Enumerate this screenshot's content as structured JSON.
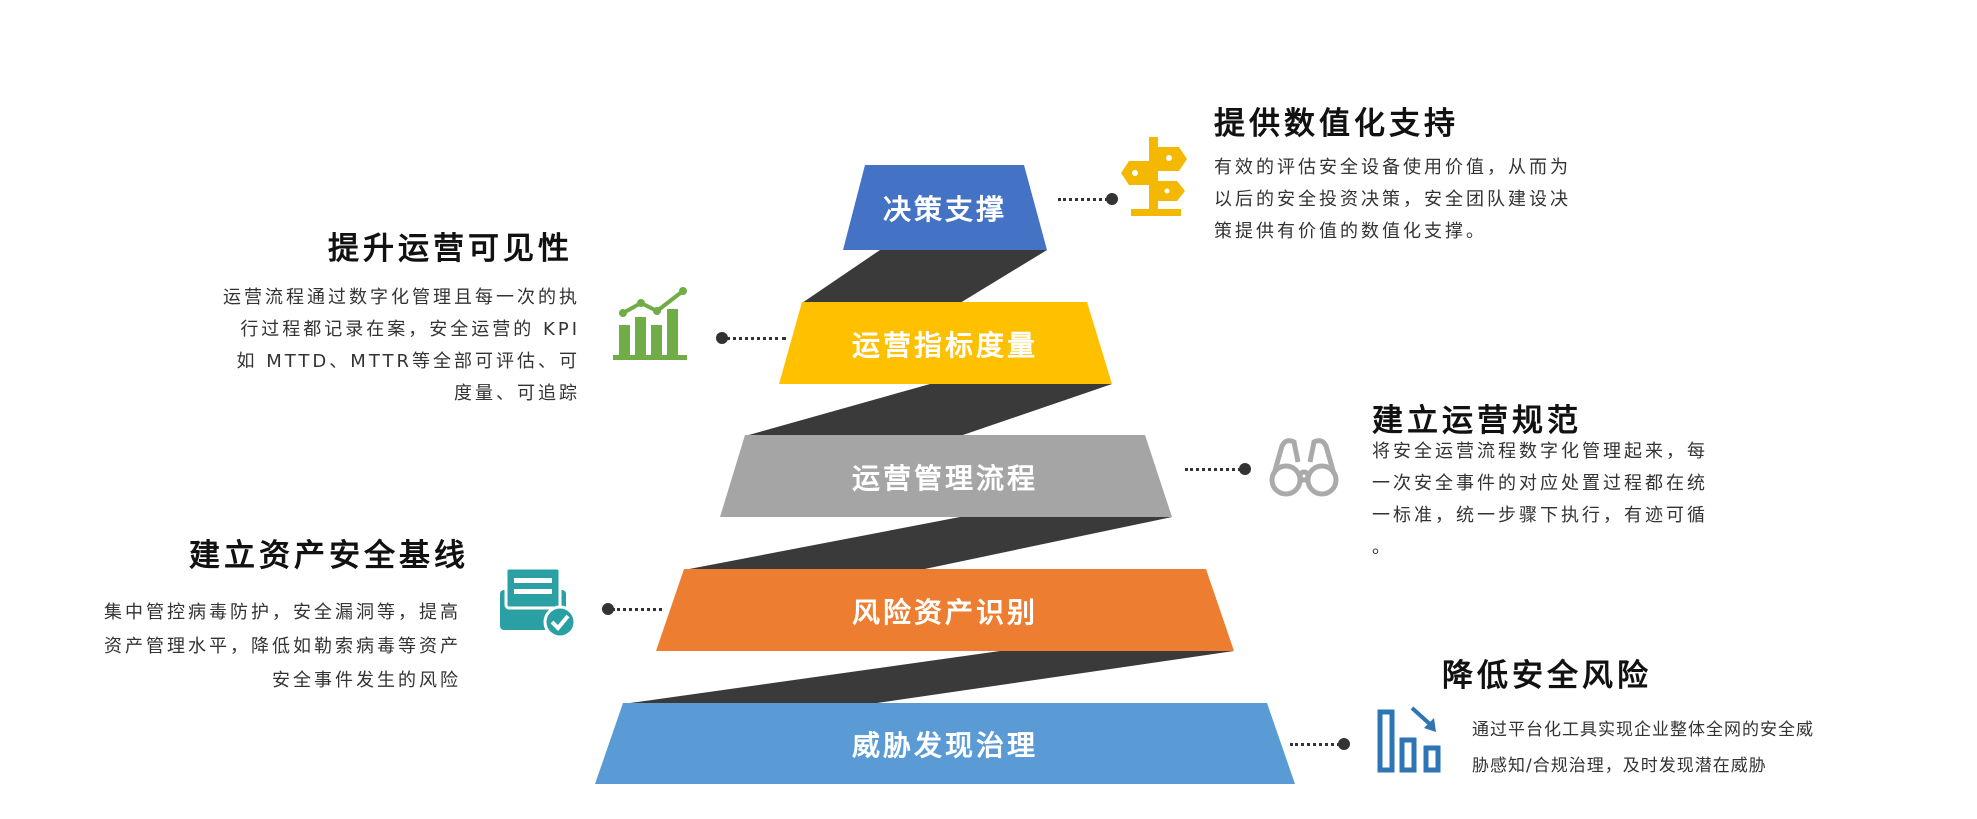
{
  "colors": {
    "layer1": "#4472c4",
    "layer2": "#ffc000",
    "layer3": "#a5a5a5",
    "layer4": "#ed7d31",
    "layer5": "#5b9bd5",
    "connector": "#3a3a3a"
  },
  "pyramid": {
    "layers": [
      {
        "label": "决策支撑"
      },
      {
        "label": "运营指标度量"
      },
      {
        "label": "运营管理流程"
      },
      {
        "label": "风险资产识别"
      },
      {
        "label": "威胁发现治理"
      }
    ]
  },
  "callouts": {
    "numeric_support": {
      "title": "提供数值化支持",
      "lines": [
        "有效的评估安全设备使用价值，从而为",
        "以后的安全投资决策，安全团队建设决",
        "策提供有价值的数值化支撑。"
      ],
      "icon": "signpost-icon"
    },
    "visibility": {
      "title": "提升运营可见性",
      "lines": [
        "运营流程通过数字化管理且每一次的执",
        "行过程都记录在案，安全运营的 KPI",
        "如 MTTD、MTTR等全部可评估、可",
        "度量、可追踪"
      ],
      "icon": "bar-chart-trend-icon"
    },
    "standards": {
      "title": "建立运营规范",
      "lines": [
        "将安全运营流程数字化管理起来，每",
        "一次安全事件的对应处置过程都在统",
        "一标准，统一步骤下执行，有迹可循",
        "。"
      ],
      "icon": "binoculars-icon"
    },
    "baseline": {
      "title": "建立资产安全基线",
      "lines": [
        "集中管控病毒防护，安全漏洞等，提高",
        "资产管理水平，降低如勒索病毒等资产",
        "安全事件发生的风险"
      ],
      "icon": "document-check-icon"
    },
    "risk": {
      "title": "降低安全风险",
      "lines": [
        "通过平台化工具实现企业整体全网的安全威",
        "胁感知/合规治理，及时发现潜在威胁"
      ],
      "icon": "declining-bars-icon"
    }
  }
}
